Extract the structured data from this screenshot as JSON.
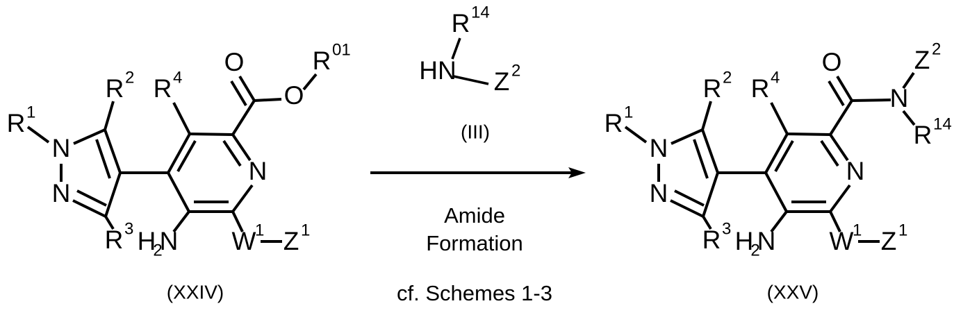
{
  "scheme": {
    "type": "chemical-reaction-scheme",
    "reaction_name": "Amide Formation",
    "reference_note": "cf. Schemes 1-3"
  },
  "reactant": {
    "label": "(XXIV)",
    "name": "pyrazolyl-aminopyridine carboxylic acid ester",
    "atoms": {
      "n1": "N",
      "n2": "N",
      "pyridine_n": "N",
      "carbonyl_o": "O",
      "ester_o": "O",
      "amine": "H",
      "amine_sub": "2",
      "amine_n": "N",
      "w1": "W",
      "z1": "Z"
    },
    "substituents": {
      "r1": "R",
      "r1_sup": "1",
      "r2": "R",
      "r2_sup": "2",
      "r3": "R",
      "r3_sup": "3",
      "r4": "R",
      "r4_sup": "4",
      "r01": "R",
      "r01_sup": "01",
      "w1_sup": "1",
      "z1_sup": "1"
    }
  },
  "reagent": {
    "label": "(III)",
    "name": "secondary amine",
    "atoms": {
      "hn": "HN",
      "z2": "Z"
    },
    "substituents": {
      "r14": "R",
      "r14_sup": "14",
      "z2_sup": "2"
    }
  },
  "arrow": {
    "direction": "right",
    "above_label": "(III)",
    "below_line1": "Amide",
    "below_line2": "Formation",
    "below_line3": "cf. Schemes 1-3"
  },
  "product": {
    "label": "(XXV)",
    "name": "pyrazolyl-aminopyridine carboxamide",
    "atoms": {
      "n1": "N",
      "n2": "N",
      "pyridine_n": "N",
      "carbonyl_o": "O",
      "amide_n": "N",
      "amine": "H",
      "amine_sub": "2",
      "amine_n": "N",
      "w1": "W",
      "z1": "Z"
    },
    "substituents": {
      "r1": "R",
      "r1_sup": "1",
      "r2": "R",
      "r2_sup": "2",
      "r3": "R",
      "r3_sup": "3",
      "r4": "R",
      "r4_sup": "4",
      "r14": "R",
      "r14_sup": "14",
      "z2": "Z",
      "z2_sup": "2",
      "w1_sup": "1",
      "z1_sup": "1"
    }
  },
  "colors": {
    "ink": "#000000",
    "background": "#ffffff"
  }
}
